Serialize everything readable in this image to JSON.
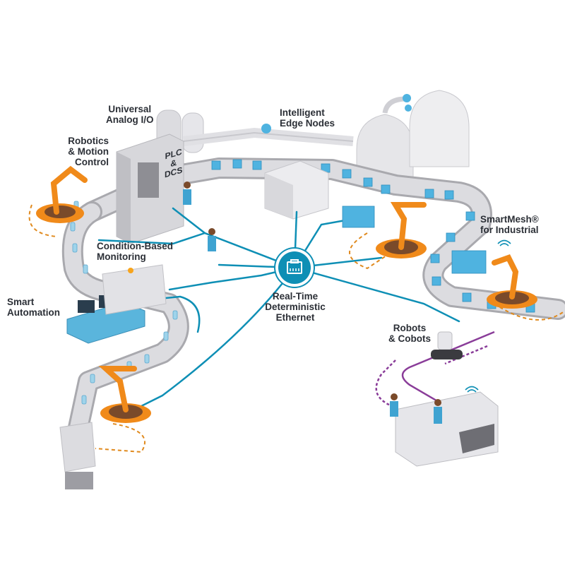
{
  "labels": {
    "universal_analog_io": [
      "Universal",
      "Analog I/O"
    ],
    "intelligent_edge_nodes": [
      "Intelligent",
      "Edge Nodes"
    ],
    "robotics_motion_control": [
      "Robotics",
      "& Motion",
      "Control"
    ],
    "plc_dcs": [
      "PLC",
      "&",
      "DCS"
    ],
    "smartmesh": [
      "SmartMesh®",
      "for Industrial"
    ],
    "condition_based_monitoring": [
      "Condition-Based",
      "Monitoring"
    ],
    "smart_automation": [
      "Smart",
      "Automation"
    ],
    "real_time_ethernet": [
      "Real-Time",
      "Deterministic",
      "Ethernet"
    ],
    "robots_cobots": [
      "Robots",
      "& Cobots"
    ]
  },
  "colors": {
    "network_line": "#0e8fb5",
    "wireless_dash": "#e08a1e",
    "cobot_path": "#8a3d99",
    "robot_orange": "#f08a1a",
    "robot_base": "#7a4a2a",
    "box_blue": "#4fb3e0",
    "conveyor": "#d9d9dc",
    "conveyor_dark": "#a9a9ae",
    "label_text": "#2b2f36"
  },
  "icons": [
    "ethernet-port-icon",
    "wifi-icon",
    "alarm-light-icon",
    "robot-arm-icon",
    "bottle-icon",
    "box-icon",
    "silo-icon",
    "monitor-icon"
  ]
}
